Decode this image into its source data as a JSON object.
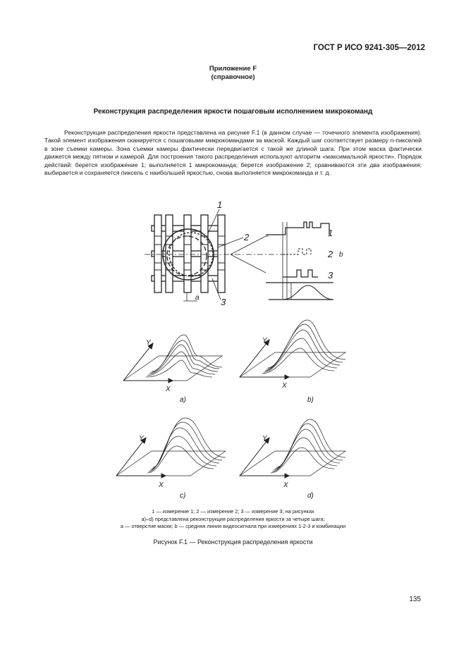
{
  "header": {
    "standard_code": "ГОСТ Р ИСО 9241-305—2012"
  },
  "annex": {
    "title": "Приложение F",
    "subtitle": "(справочное)"
  },
  "section": {
    "title": "Реконструкция распределения яркости пошаговым исполнением микрокоманд"
  },
  "body": {
    "paragraph": "Реконструкция распределения яркости представлена на рисунке F.1 (в данном случае — точечного элемента изображения). Такой элемент изображения сканируется с пошаговыми микрокомандами за маской. Каждый шаг соответствует размеру n-пикселей в зоне съемки камеры. Зона съемки камеры фактически передвигается с такой же длиной шага. При этом маска фактически движется между пятном и камерой. Для построения такого распределения используют алгоритм «максимальной яркости». Порядок действий: берется изображение 1; выполняется 1 микрокоманда; берется изображение 2; сравниваются эти два изображения; выбирается и сохраняется пиксель с наибольшей яркостью, снова выполняется микрокоманда и т. д."
  },
  "figure": {
    "callouts": {
      "c1": "1",
      "c2": "2",
      "c3": "3",
      "a": "a",
      "b": "b"
    },
    "axes": {
      "x": "X",
      "y": "Y"
    },
    "sublabels": {
      "a": "a)",
      "b": "b)",
      "c": "c)",
      "d": "d)"
    },
    "legend_line1": "1 — измерение 1; 2 — измерение 2; 3 — измерение 3; на рисунках",
    "legend_line2": "a)–d) представлена реконструкция распределения яркости за четыре шага;",
    "legend_line3": "a — отверстие маски; b — средняя линия видеосигнала при измерениях 1-2-3 и комбинации",
    "caption": "Рисунок F.1 — Реконструкция распределения яркости"
  },
  "page_number": "135"
}
